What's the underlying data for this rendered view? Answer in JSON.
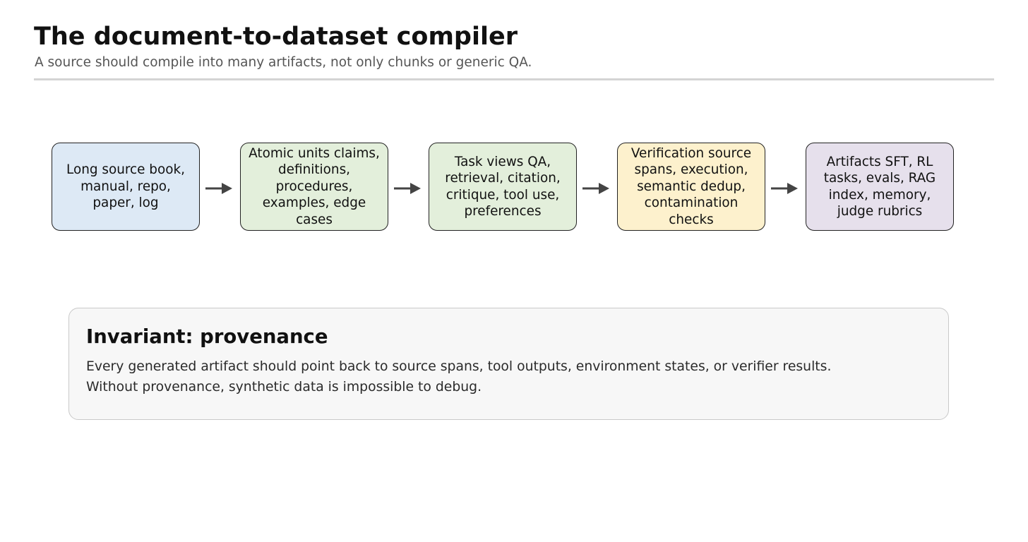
{
  "header": {
    "title": "The document-to-dataset compiler",
    "subtitle": "A source should compile into many artifacts, not only chunks or generic QA."
  },
  "flow": {
    "stages": [
      {
        "text": "Long source book, manual, repo, paper, log",
        "fill": "#dde9f5"
      },
      {
        "text": "Atomic units claims, definitions, procedures, examples, edge cases",
        "fill": "#e3efdb"
      },
      {
        "text": "Task views QA, retrieval, citation, critique, tool use, preferences",
        "fill": "#e3efdb"
      },
      {
        "text": "Verification source spans, execution, semantic dedup, contamination checks",
        "fill": "#fdf1cd"
      },
      {
        "text": "Artifacts SFT, RL tasks, evals, RAG index, memory, judge rubrics",
        "fill": "#e6e0ec"
      }
    ],
    "arrow_color": "#444444",
    "border_color": "#222222"
  },
  "callout": {
    "title": "Invariant: provenance",
    "lines": [
      "Every generated artifact should point back to source spans, tool outputs, environment states, or verifier results.",
      "Without provenance, synthetic data is impossible to debug."
    ]
  }
}
